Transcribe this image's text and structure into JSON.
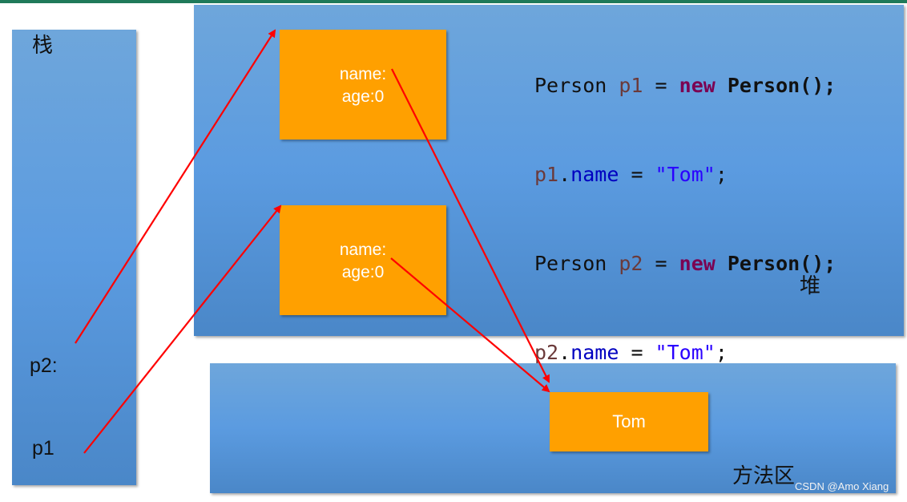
{
  "regions": {
    "stack_label": "栈",
    "heap_label": "堆",
    "method_area_label": "方法区"
  },
  "stack_vars": {
    "p2": "p2:",
    "p1": "p1"
  },
  "objects": [
    {
      "name_field": "name:",
      "age_field": "age:0"
    },
    {
      "name_field": "name:",
      "age_field": "age:0"
    }
  ],
  "method_area": {
    "string_literal": "Tom"
  },
  "code": {
    "line1": {
      "type": "Person",
      "var": "p1",
      "op": " = ",
      "kw": "new",
      "ctor": "Person();"
    },
    "line2": {
      "var": "p1",
      "dot": ".",
      "field": "name",
      "op": " = ",
      "str": "\"Tom\"",
      "end": ";"
    },
    "line3": {
      "type": "Person",
      "var": "p2",
      "op": " = ",
      "kw": "new",
      "ctor": "Person();"
    },
    "line4": {
      "var": "p2",
      "dot": ".",
      "field": "name",
      "op": " = ",
      "str": "\"Tom\"",
      "end": ";"
    }
  },
  "watermark": "CSDN @Amo Xiang",
  "colors": {
    "arrow": "#ff0000",
    "object_fill": "#ffa000",
    "region_fill": "#5b9be0"
  }
}
